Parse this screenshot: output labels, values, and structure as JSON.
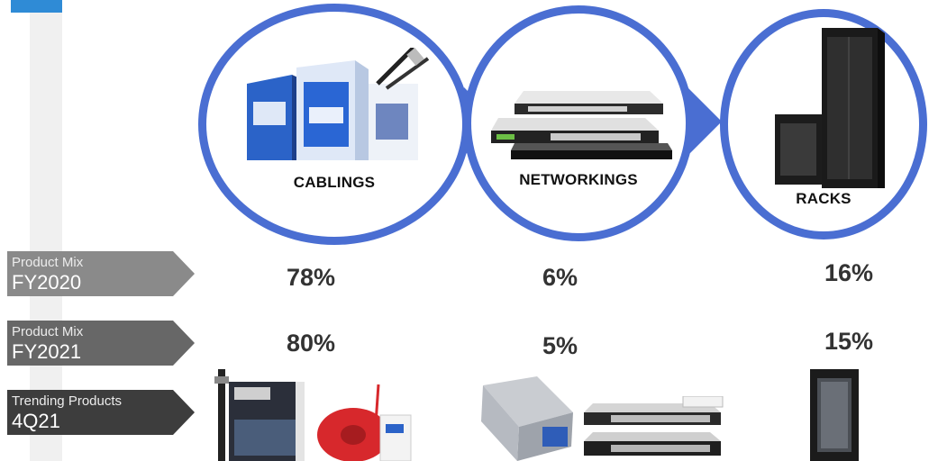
{
  "stages": [
    {
      "name": "CABLINGS"
    },
    {
      "name": "NETWORKINGS"
    },
    {
      "name": "RACKS"
    }
  ],
  "rows": [
    {
      "title": "Product Mix",
      "sub": "FY2020",
      "values": [
        "78%",
        "6%",
        "16%"
      ]
    },
    {
      "title": "Product Mix",
      "sub": "FY2021",
      "values": [
        "80%",
        "5%",
        "15%"
      ]
    },
    {
      "title": "Trending Products",
      "sub": "4Q21"
    }
  ],
  "colors": {
    "ring": "#4a6ed2",
    "corner_tab": "#2f8bd6",
    "tag_light": "#8a8a8a",
    "tag_mid": "#676767",
    "tag_dark": "#3d3d3d"
  }
}
